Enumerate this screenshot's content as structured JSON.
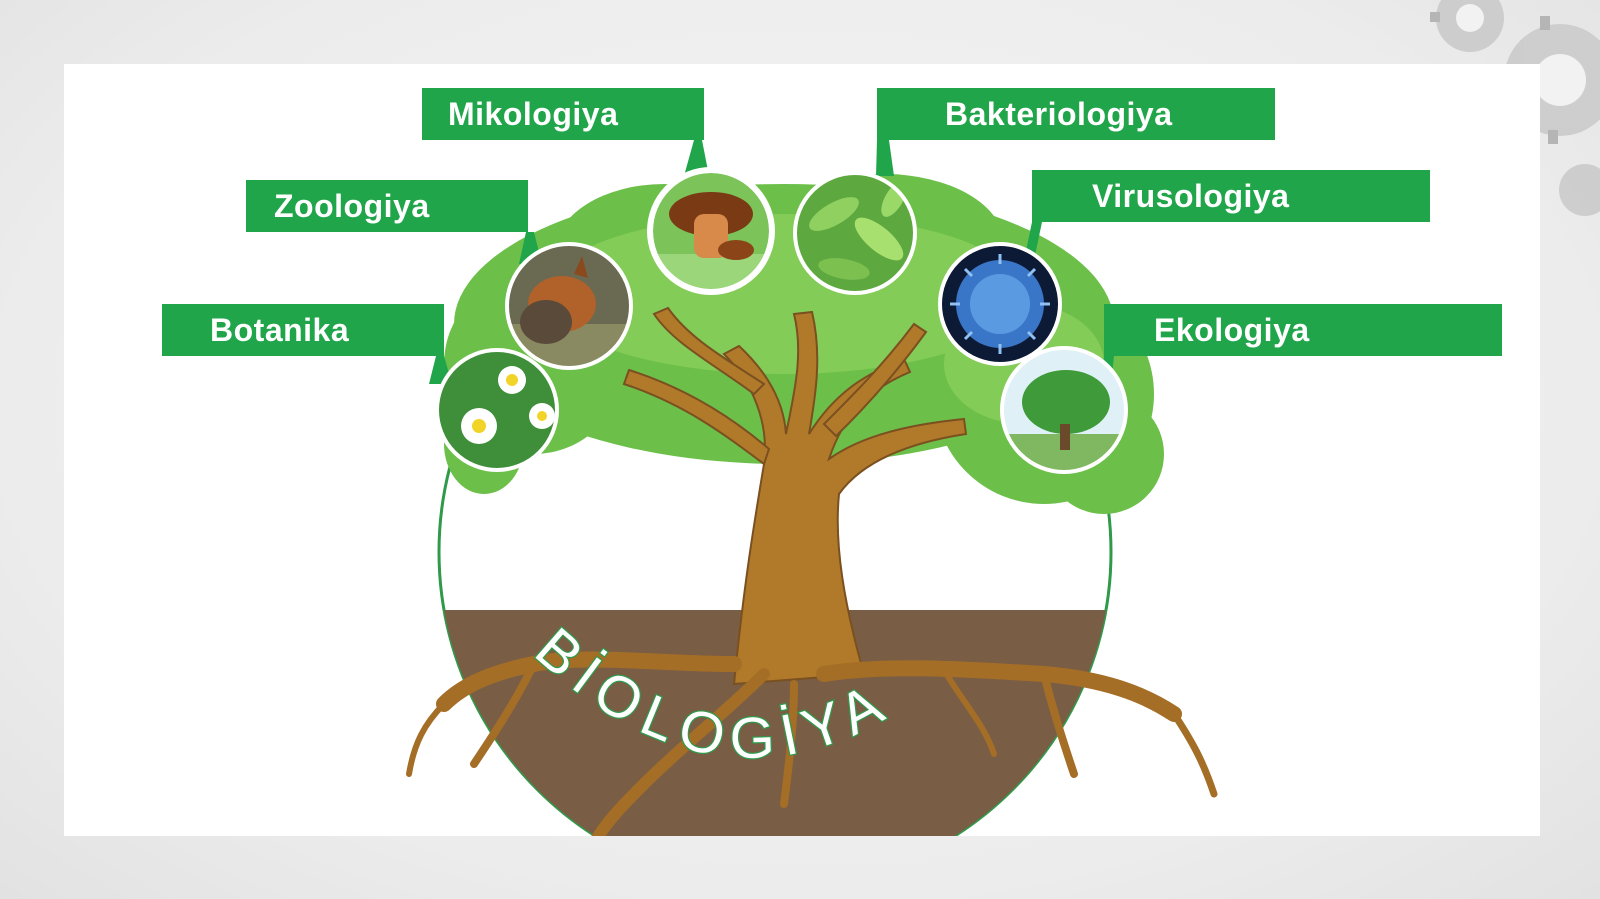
{
  "diagram": {
    "center_title": "BİOLOGİYA",
    "branches": [
      {
        "id": "mikologiya",
        "label": "Mikologiya",
        "icon": "mushroom-icon"
      },
      {
        "id": "bakteriologiya",
        "label": "Bakteriologiya",
        "icon": "bacteria-icon"
      },
      {
        "id": "zoologiya",
        "label": "Zoologiya",
        "icon": "animals-icon"
      },
      {
        "id": "virusologiya",
        "label": "Virusologiya",
        "icon": "virus-icon"
      },
      {
        "id": "botanika",
        "label": "Botanika",
        "icon": "flowers-icon"
      },
      {
        "id": "ekologiya",
        "label": "Ekologiya",
        "icon": "tree-icon"
      }
    ]
  },
  "colors": {
    "label_green": "#20a54a",
    "foliage": "#6cc04a",
    "trunk": "#b07a2a",
    "soil": "#7a5d45",
    "title_text": "#ffffff"
  }
}
